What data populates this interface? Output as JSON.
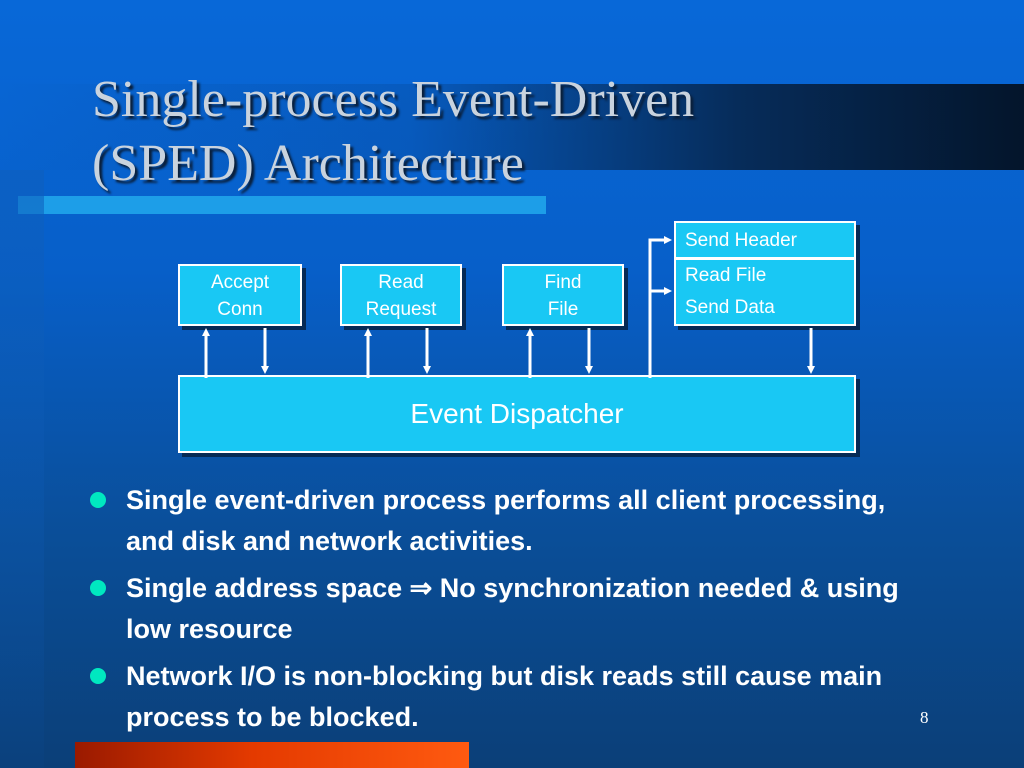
{
  "slide": {
    "title_line1": "Single-process Event-Driven",
    "title_line2": "(SPED) Architecture",
    "slide_number": "8"
  },
  "diagram": {
    "accept_conn": [
      "Accept",
      "Conn"
    ],
    "read_request": [
      "Read",
      "Request"
    ],
    "find_file": [
      "Find",
      "File"
    ],
    "send_header": "Send Header",
    "read_send": [
      "Read File",
      "Send Data"
    ],
    "dispatcher": "Event Dispatcher"
  },
  "bullets": [
    "Single event-driven process performs all client processing, and disk and network activities.",
    "Single address space ⇒ No synchronization needed & using low resource",
    "Network I/O is non-blocking but disk reads still cause main process to be blocked."
  ],
  "colors": {
    "background": "#0868d8",
    "box_fill": "#19c8f4",
    "bullet": "#00e8c0",
    "accent_bar": "#e43a00",
    "title": "#c9d3de"
  }
}
